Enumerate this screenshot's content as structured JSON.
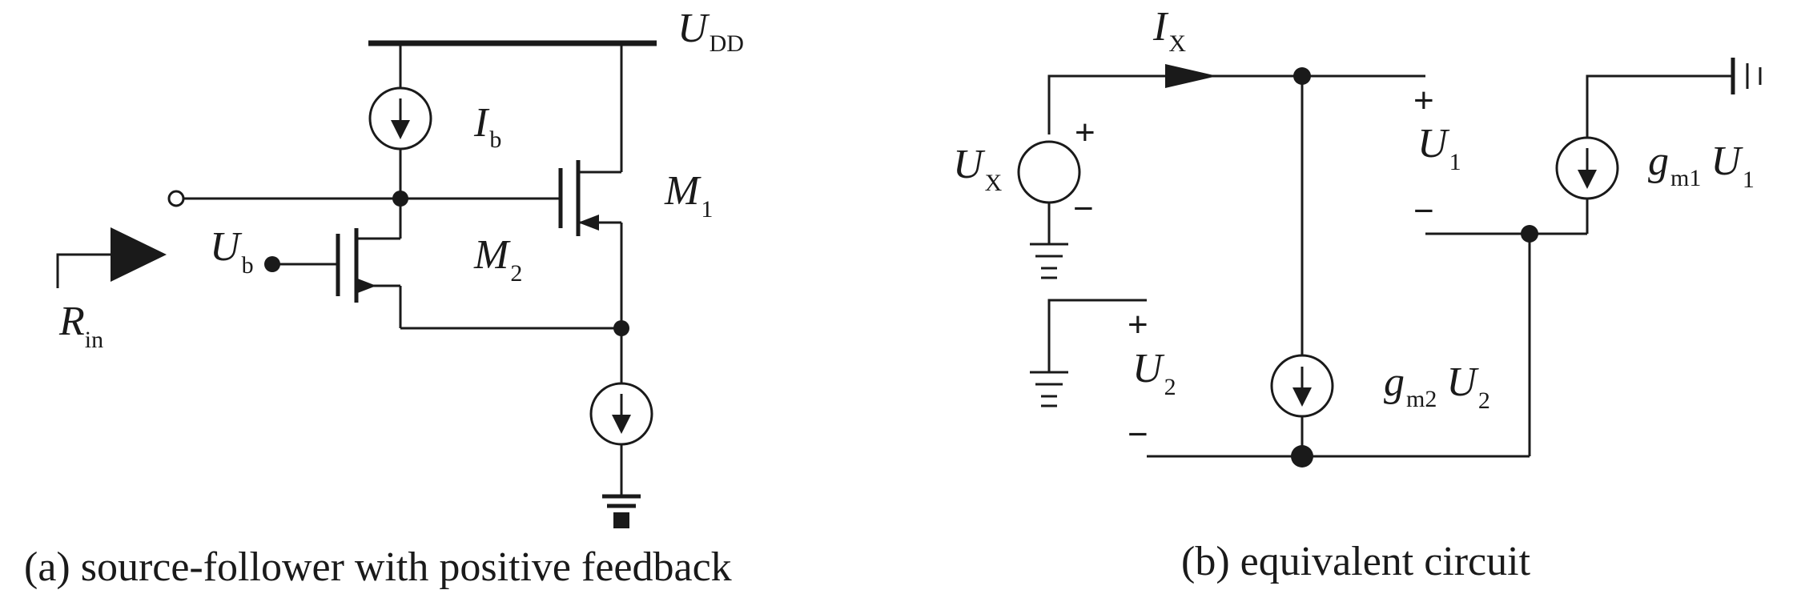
{
  "captions": {
    "a": "(a) source-follower with positive feedback",
    "b": "(b) equivalent circuit"
  },
  "labels_a": {
    "udd": {
      "main": "U",
      "sub": "DD"
    },
    "ib": {
      "main": "I",
      "sub": "b"
    },
    "m1": {
      "main": "M",
      "sub": "1"
    },
    "m2": {
      "main": "M",
      "sub": "2"
    },
    "ub": {
      "main": "U",
      "sub": "b"
    },
    "rin": {
      "main": "R",
      "sub": "in"
    }
  },
  "labels_b": {
    "ix": {
      "main": "I",
      "sub": "X"
    },
    "ux": {
      "main": "U",
      "sub": "X"
    },
    "u1": {
      "main": "U",
      "sub": "1"
    },
    "u2": {
      "main": "U",
      "sub": "2"
    },
    "gm1": {
      "g": "g",
      "gsub": "m1",
      "u": "U",
      "usub": "1"
    },
    "gm2": {
      "g": "g",
      "gsub": "m2",
      "u": "U",
      "usub": "2"
    },
    "plus": "+",
    "minus": "−"
  },
  "icons": {
    "current_source": "current-source-icon",
    "voltage_source": "voltage-source-icon",
    "ground": "ground-icon",
    "nmos": "nmos-transistor-icon",
    "arrow": "direction-arrow-icon"
  },
  "colors": {
    "ink": "#1a1a1a",
    "background": "#ffffff"
  }
}
